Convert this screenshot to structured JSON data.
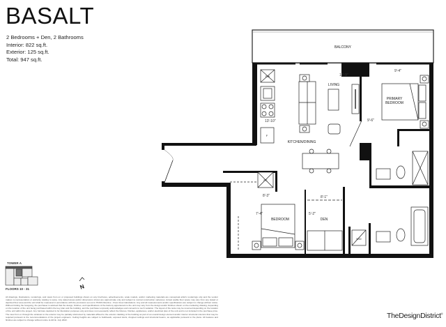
{
  "header": {
    "title": "BASALT",
    "layout": "2 Bedrooms + Den, 2 Bathrooms",
    "interior": "Interior: 822 sq.ft.",
    "exterior": "Exterior: 125 sq.ft.",
    "total": "Total: 947 sq.ft."
  },
  "plan": {
    "rooms": {
      "balcony": "BALCONY",
      "living": "LIVING",
      "primary_1": "PRIMARY",
      "primary_2": "BEDROOM",
      "kitchen": "KITCHEN/DINING",
      "bedroom": "BEDROOM",
      "den": "DEN"
    },
    "fixtures": {
      "dw": "DW",
      "f": "F",
      "fc": "FC",
      "wd": "W/D"
    },
    "dimensions": {
      "living": "16'-9\"",
      "primary_w": "9'-4\"",
      "primary_d": "9'-6\"",
      "kitchen": "13'-10\"",
      "bedroom_w": "8'-3\"",
      "bedroom_d": "7'-4\"",
      "den_w": "8'-1\"",
      "den_d": "5'-2\""
    }
  },
  "keyplan": {
    "tower": "TOWER A",
    "floors": "FLOORS 10 - 31",
    "north": "N"
  },
  "disclaimer": "All drawings, illustrations, renderings, and views from on or proposed buildings shown on any brochures, advertisements, scale models, and/or marketing materials are conceptual artist's renderings only and the vendor makes no representation or warranty relating to same. Any stated areas and/or dimensions shown are approximate only and subject to normal construction variances. Actual usable floor space may vary from any stated or depicted floor area and the unit shall be measured in accordance with the provisions set out in HCRA Directive - Floor Area Calculations. Any and all measurements and/or specifications are subject to change without notice. Without limiting the foregoing, the purchaser is advised that the design, finishes, and specifications of the balcony appurtenant to the unit may vary from the design and/or finishes shown on the marketing drawing, depending on the location of the unit being purchased within the key plan and the building, and the purchaser expressly acknowledges and consents to such variation. The layout of the suite may be reversed depending on the location of the unit within the project. Any furniture depicted is for illustration purposes only and does not necessarily reflect the fixtures, finishes, appliances, and/or electrical plan of the unit and is not included in the purchase price. The view from or through the windows to the exterior may be partially obstructed by materials affixed to the exterior cladding of the building as part of an overall design element and/or interior structural columns that may be required pursuant to the recommendations of the project engineers. Ceiling heights are subject to bulkheads, exposed ducts, dropped ceilings and structural beams, as applicable pursuant to the plans. All features and finishes are subject to change without notice. E.&O.E. July 2022.",
  "brand": {
    "name": "TheDesignDistrict",
    "mark": "®"
  }
}
